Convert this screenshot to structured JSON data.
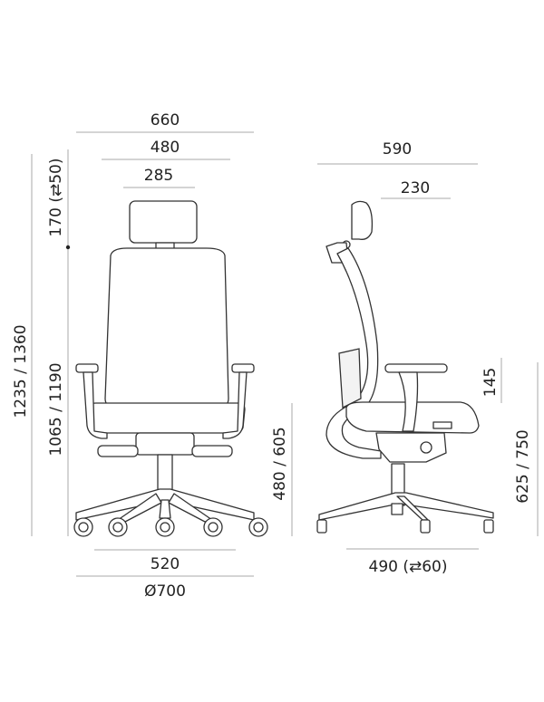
{
  "front_view": {
    "width_overall": "660",
    "width_back": "480",
    "width_headrest": "285",
    "height_total": "1235 / 1360",
    "headrest_adjust": "170 (⇄50)",
    "height_back": "1065 / 1190",
    "seat_height": "480 / 605",
    "base_width": "520",
    "base_diameter": "Ø700"
  },
  "side_view": {
    "depth_overall": "590",
    "headrest_depth": "230",
    "armrest_adjust": "145",
    "armrest_height": "625 / 750",
    "seat_depth": "490 (⇄60)"
  },
  "colors": {
    "line": "#333333",
    "dimension": "#aaaaaa",
    "text": "#222222"
  }
}
